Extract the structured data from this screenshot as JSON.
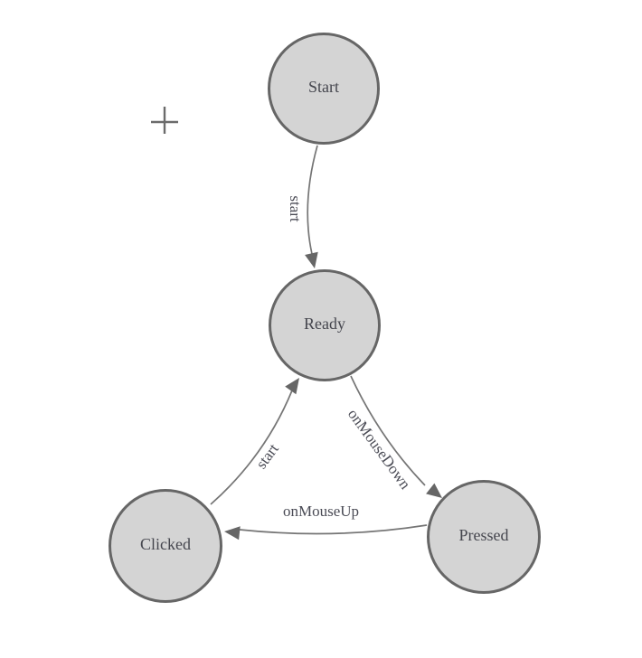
{
  "app": {
    "background_color": "#ffffff"
  },
  "toolbox": {
    "add_state_icon": {
      "icon": "plus-icon",
      "glyph": "+",
      "color": "#6b6b6b"
    }
  },
  "diagram": {
    "type": "state-machine",
    "nodes": [
      {
        "id": "start",
        "label": "Start"
      },
      {
        "id": "ready",
        "label": "Ready"
      },
      {
        "id": "clicked",
        "label": "Clicked"
      },
      {
        "id": "pressed",
        "label": "Pressed"
      }
    ],
    "edges": [
      {
        "from": "Start",
        "to": "Ready",
        "label": "start"
      },
      {
        "from": "Ready",
        "to": "Pressed",
        "label": "onMouseDown"
      },
      {
        "from": "Pressed",
        "to": "Clicked",
        "label": "onMouseUp"
      },
      {
        "from": "Clicked",
        "to": "Ready",
        "label": "start"
      }
    ],
    "colors": {
      "node_fill": "#d4d4d4",
      "node_border": "#666666",
      "edge_line": "#757575",
      "arrowhead": "#666666",
      "edge_label_text": "#4a4b55",
      "node_label_text": "#45464e"
    }
  }
}
